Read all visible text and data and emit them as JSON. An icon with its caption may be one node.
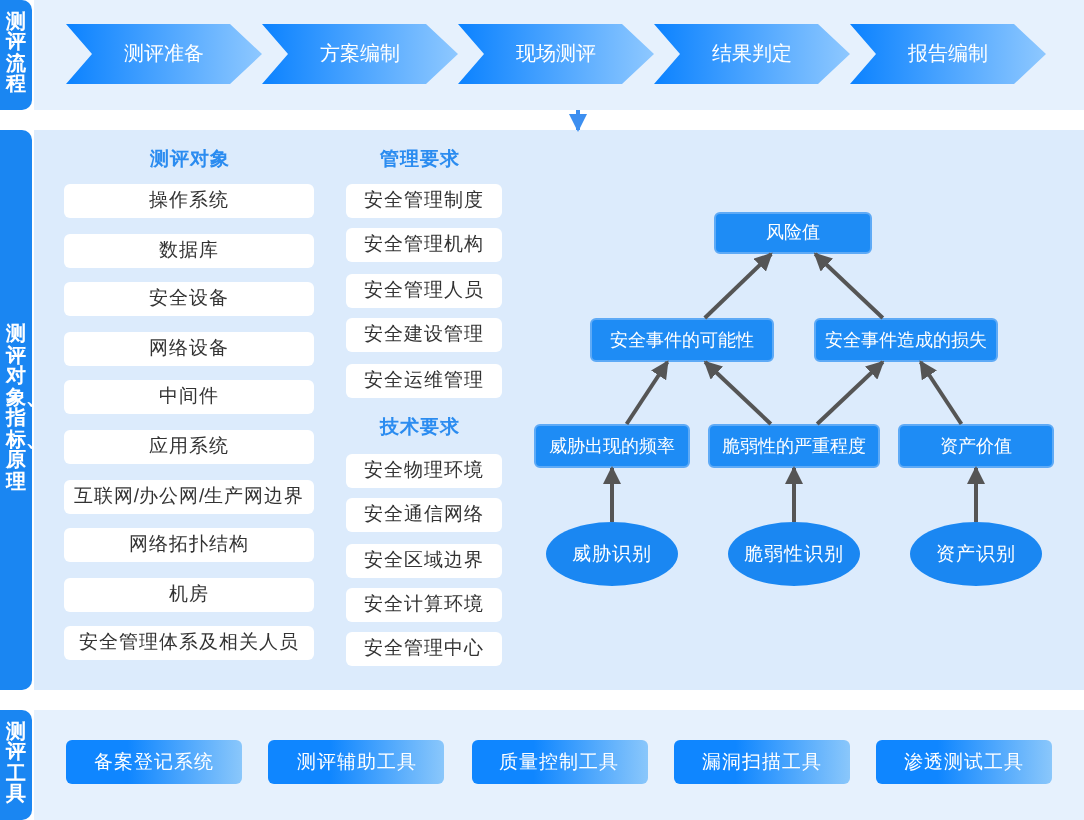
{
  "diagram": {
    "nodes": [
      {
        "text": [
          "测评流程"
        ]
      },
      {
        "text": [
          "测评准备"
        ],
        "in": 0
      },
      {
        "text": [
          "方案编制"
        ],
        "in": 0
      },
      {
        "text": [
          "现场测评"
        ],
        "in": 0
      },
      {
        "text": [
          "结果判定"
        ],
        "in": 0
      },
      {
        "text": [
          "报告编制"
        ],
        "in": 0
      },
      {
        "text": [
          "测评对象、指标、原理"
        ]
      },
      {
        "text": [
          "操作系统"
        ],
        "in": 6
      },
      {
        "text": [
          "数据库"
        ],
        "in": 6
      },
      {
        "text": [
          "安全设备"
        ],
        "in": 6
      },
      {
        "text": [
          "网络设备"
        ],
        "in": 6
      },
      {
        "text": [
          "中间件"
        ],
        "in": 6
      },
      {
        "text": [
          "应用系统"
        ],
        "in": 6
      },
      {
        "text": [
          "互联网/办公网/生产网边界"
        ],
        "in": 6
      },
      {
        "text": [
          "网络拓扑结构"
        ],
        "in": 6
      },
      {
        "text": [
          "机房"
        ],
        "in": 6
      },
      {
        "text": [
          "安全管理体系及相关人员"
        ],
        "in": 6
      },
      {
        "text": [
          "安全管理制度"
        ],
        "in": 6
      },
      {
        "text": [
          "安全管理机构"
        ],
        "in": 6
      },
      {
        "text": [
          "安全管理人员"
        ],
        "in": 6
      },
      {
        "text": [
          "安全建设管理"
        ],
        "in": 6
      },
      {
        "text": [
          "安全运维管理"
        ],
        "in": 6
      },
      {
        "text": [
          "安全物理环境"
        ],
        "in": 6
      },
      {
        "text": [
          "安全通信网络"
        ],
        "in": 6
      },
      {
        "text": [
          "安全区域边界"
        ],
        "in": 6
      },
      {
        "text": [
          "安全计算环境"
        ],
        "in": 6
      },
      {
        "text": [
          "安全管理中心"
        ],
        "in": 6
      },
      {
        "text": [
          "风险值"
        ],
        "in": 6
      },
      {
        "text": [
          "安全事件的可能性"
        ],
        "in": 6
      },
      {
        "text": [
          "安全事件造成的损失"
        ],
        "in": 6
      },
      {
        "text": [
          "威胁出现的频率"
        ],
        "in": 6
      },
      {
        "text": [
          "脆弱性的严重程度"
        ],
        "in": 6
      },
      {
        "text": [
          "资产价值"
        ],
        "in": 6
      },
      {
        "text": [
          "威胁识别"
        ],
        "in": 6
      },
      {
        "text": [
          "脆弱性识别"
        ],
        "in": 6
      },
      {
        "text": [
          "资产识别"
        ],
        "in": 6
      },
      {
        "text": [
          "测评工具"
        ]
      },
      {
        "text": [
          "备案登记系统"
        ],
        "in": 36
      },
      {
        "text": [
          "测评辅助工具"
        ],
        "in": 36
      },
      {
        "text": [
          "质量控制工具"
        ],
        "in": 36
      },
      {
        "text": [
          "漏洞扫描工具"
        ],
        "in": 36
      },
      {
        "text": [
          "渗透测试工具"
        ],
        "in": 36
      }
    ],
    "edges": [
      {
        "from": 0,
        "to": 6,
        "arrow": "to",
        "color": "#3d8ff0"
      },
      {
        "from": 33,
        "to": 30,
        "arrow": "to"
      },
      {
        "from": 34,
        "to": 31,
        "arrow": "to"
      },
      {
        "from": 35,
        "to": 32,
        "arrow": "to"
      },
      {
        "from": 30,
        "to": 28,
        "arrow": "to"
      },
      {
        "from": 31,
        "to": 28,
        "arrow": "to"
      },
      {
        "from": 31,
        "to": 29,
        "arrow": "to"
      },
      {
        "from": 32,
        "to": 29,
        "arrow": "to"
      },
      {
        "from": 28,
        "to": 27,
        "arrow": "to"
      },
      {
        "from": 29,
        "to": 27,
        "arrow": "to"
      }
    ],
    "labels": [
      "测评对象",
      "管理要求",
      "技术要求"
    ]
  }
}
